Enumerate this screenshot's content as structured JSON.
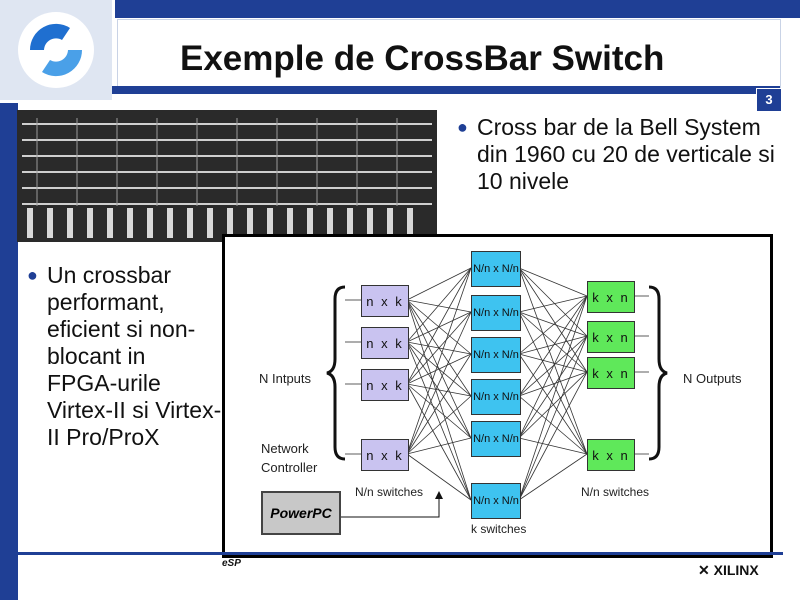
{
  "slide": {
    "title": "Exemple de CrossBar Switch",
    "page_number": "3"
  },
  "bullets": [
    {
      "text": "Cross bar de la Bell System din 1960 cu 20 de verticale si 10 nivele"
    },
    {
      "text": "Un crossbar performant, eficient si non-blocant in FPGA-urile Virtex-II si Virtex-II Pro/ProX"
    }
  ],
  "diagram": {
    "left_boxes": [
      "n x k",
      "n x k",
      "n x k",
      "n x k"
    ],
    "middle_boxes": [
      "N/n x N/n",
      "N/n x N/n",
      "N/n x N/n",
      "N/n x N/n",
      "N/n x N/n",
      "N/n x N/n"
    ],
    "right_boxes": [
      "k x n",
      "k x n",
      "k x n",
      "k x n"
    ],
    "n_inputs": "N Intputs",
    "n_outputs": "N Outputs",
    "network_controller": "Network Controller",
    "left_caption": "N/n switches",
    "right_caption": "N/n switches",
    "middle_caption": "k switches",
    "powerpc": "PowerPC"
  },
  "footer": {
    "left_logo": "eSP",
    "right_logo": "XILINX"
  },
  "colors": {
    "accent": "#1f3f95",
    "nxk": "#c9c3f0",
    "middle": "#3ec3f0",
    "kxn": "#5fe85a"
  }
}
